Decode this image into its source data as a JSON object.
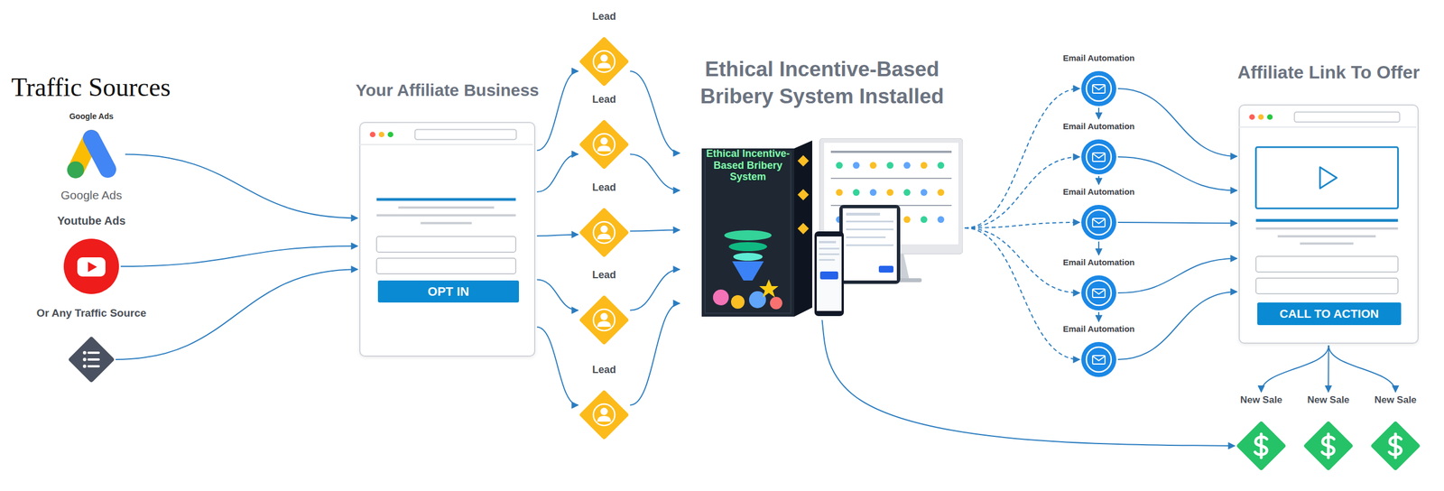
{
  "diagram": {
    "title": "Traffic Sources",
    "nodes": [
      {
        "text": [
          "Google Ads",
          "Google Ads"
        ]
      },
      {
        "text": [
          "Youtube Ads"
        ]
      },
      {
        "text": [
          "Or Any Traffic Source"
        ]
      },
      {
        "text": [
          "Your Affiliate Business"
        ]
      },
      {
        "text": [
          "OPT IN"
        ],
        "in": 3
      },
      {
        "text": [
          "Lead"
        ]
      },
      {
        "text": [
          "Lead"
        ]
      },
      {
        "text": [
          "Lead"
        ]
      },
      {
        "text": [
          "Lead"
        ]
      },
      {
        "text": [
          "Lead"
        ]
      },
      {
        "text": [
          "Ethical Incentive-Based Bribery System Installed"
        ]
      },
      {
        "text": [
          "Email Automation"
        ]
      },
      {
        "text": [
          "Email Automation"
        ]
      },
      {
        "text": [
          "Email Automation"
        ]
      },
      {
        "text": [
          "Email Automation"
        ]
      },
      {
        "text": [
          "Email Automation"
        ]
      },
      {
        "text": [
          "Affiliate Link To Offer"
        ]
      },
      {
        "text": [
          "CALL TO ACTION"
        ],
        "in": 16
      },
      {
        "text": [
          "New Sale"
        ]
      },
      {
        "text": [
          "New Sale"
        ]
      },
      {
        "text": [
          "New Sale"
        ]
      }
    ],
    "edges": [
      {
        "from": 0,
        "to": 3,
        "arrow": "to"
      },
      {
        "from": 1,
        "to": 3,
        "arrow": "to"
      },
      {
        "from": 2,
        "to": 3,
        "arrow": "to"
      },
      {
        "from": 3,
        "to": 5,
        "arrow": "to"
      },
      {
        "from": 3,
        "to": 6,
        "arrow": "to"
      },
      {
        "from": 3,
        "to": 7,
        "arrow": "to"
      },
      {
        "from": 3,
        "to": 8,
        "arrow": "to"
      },
      {
        "from": 3,
        "to": 9,
        "arrow": "to"
      },
      {
        "from": 5,
        "to": 10,
        "arrow": "to"
      },
      {
        "from": 6,
        "to": 10,
        "arrow": "to"
      },
      {
        "from": 7,
        "to": 10,
        "arrow": "to"
      },
      {
        "from": 8,
        "to": 10,
        "arrow": "to"
      },
      {
        "from": 9,
        "to": 10,
        "arrow": "to"
      },
      {
        "from": 10,
        "to": 11,
        "arrow": "to"
      },
      {
        "from": 10,
        "to": 12,
        "arrow": "to"
      },
      {
        "from": 10,
        "to": 13,
        "arrow": "to"
      },
      {
        "from": 10,
        "to": 14,
        "arrow": "to"
      },
      {
        "from": 10,
        "to": 15,
        "arrow": "to"
      },
      {
        "from": 11,
        "to": 12,
        "arrow": "to"
      },
      {
        "from": 12,
        "to": 13,
        "arrow": "to"
      },
      {
        "from": 13,
        "to": 14,
        "arrow": "to"
      },
      {
        "from": 14,
        "to": 15,
        "arrow": "to"
      },
      {
        "from": 11,
        "to": 16,
        "arrow": "to"
      },
      {
        "from": 12,
        "to": 16,
        "arrow": "to"
      },
      {
        "from": 13,
        "to": 16,
        "arrow": "to"
      },
      {
        "from": 14,
        "to": 16,
        "arrow": "to"
      },
      {
        "from": 15,
        "to": 16,
        "arrow": "to"
      },
      {
        "from": 16,
        "to": 18,
        "arrow": "to"
      },
      {
        "from": 16,
        "to": 19,
        "arrow": "to"
      },
      {
        "from": 16,
        "to": 20,
        "arrow": "to"
      },
      {
        "from": 10,
        "to": 18,
        "arrow": "to"
      }
    ],
    "labels": [
      "Ethical Incentive-Based Bribery System"
    ]
  }
}
